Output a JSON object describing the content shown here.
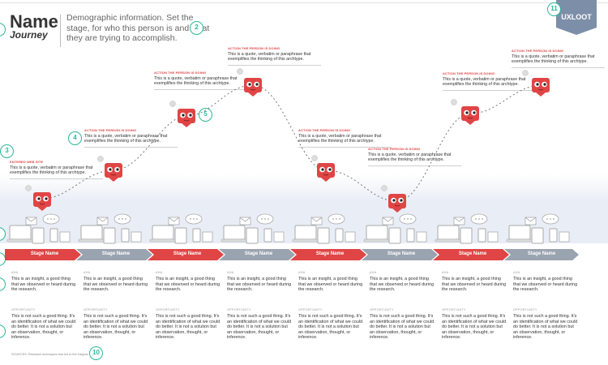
{
  "header": {
    "title": "Name",
    "subtitle": "Journey",
    "description": "Demographic information. Set the stage, for who this person is and what they are trying to accomplish."
  },
  "logo": {
    "text": "UXLOOT"
  },
  "badges": [
    "2",
    "3",
    "4",
    "5",
    "10",
    "11"
  ],
  "quotes": [
    {
      "label": "ENTERED WEB SITE",
      "text": "This is a quote, verbatim or paraphrase that exemplifies the thinking of this archtype."
    },
    {
      "label": "ACTION THE PERSON IS DOING",
      "text": "This is a quote, verbatim or paraphrase that exemplifies the thinking of this archtype."
    },
    {
      "label": "ACTION THE PERSON IS DOING",
      "text": "This is a quote, verbatim or paraphrase that exemplifies the thinking of this archtype."
    },
    {
      "label": "ACTION THE PERSON IS DOING",
      "text": "This is a quote, verbatim or paraphrase that exemplifies the thinking of this archtype."
    },
    {
      "label": "ACTION THE PERSON IS DOING",
      "text": "This is a quote, verbatim or paraphrase that exemplifies the thinking of this archtype."
    },
    {
      "label": "ACTION THE PERSON IS DOING",
      "text": "This is a quote, verbatim or paraphrase that exemplifies the thinking of this archtype."
    },
    {
      "label": "ACTION THE PERSON IS DOING",
      "text": "This is a quote, verbatim or paraphrase that exemplifies the thinking of this archtype."
    },
    {
      "label": "ACTION THE PERSON IS DOING",
      "text": "This is a quote, verbatim or paraphrase that exemplifies the thinking of this archtype."
    }
  ],
  "stages": [
    {
      "name": "Stage Name",
      "active": true
    },
    {
      "name": "Stage Name",
      "active": false
    },
    {
      "name": "Stage Name",
      "active": true
    },
    {
      "name": "Stage Name",
      "active": false
    },
    {
      "name": "Stage Name",
      "active": true
    },
    {
      "name": "Stage Name",
      "active": false
    },
    {
      "name": "Stage Name",
      "active": true
    },
    {
      "name": "Stage Name",
      "active": false
    }
  ],
  "columns": [
    {
      "aha_label": "AHA",
      "insight": "This is an insight, a good thing that we observed or heard during the research.",
      "opp_label": "OPPORTUNITY",
      "opportunity": "This is not such a good thing. It's an identification of what we could do better. It is not a solution but an observation, thought, or inference."
    },
    {
      "aha_label": "AHA",
      "insight": "This is an insight, a good thing that we observed or heard during the research.",
      "opp_label": "OPPORTUNITY",
      "opportunity": "This is not such a good thing. It's an identification of what we could do better. It is not a solution but an observation, thought, or inference."
    },
    {
      "aha_label": "AHA",
      "insight": "This is an insight, a good thing that we observed or heard during the research.",
      "opp_label": "OPPORTUNITY",
      "opportunity": "This is not such a good thing. It's an identification of what we could do better. It is not a solution but an observation, thought, or inference."
    },
    {
      "aha_label": "AHA",
      "insight": "This is an insight, a good thing that we observed or heard during the research.",
      "opp_label": "OPPORTUNITY",
      "opportunity": "This is not such a good thing. It's an identification of what we could do better. It is not a solution but an observation, thought, or inference."
    },
    {
      "aha_label": "AHA",
      "insight": "This is an insight, a good thing that we observed or heard during the research.",
      "opp_label": "OPPORTUNITY",
      "opportunity": "This is not such a good thing. It's an identification of what we could do better. It is not a solution but an observation, thought, or inference."
    },
    {
      "aha_label": "AHA",
      "insight": "This is an insight, a good thing that we observed or heard during the research.",
      "opp_label": "OPPORTUNITY",
      "opportunity": "This is not such a good thing. It's an identification of what we could do better. It is not a solution but an observation, thought, or inference."
    },
    {
      "aha_label": "AHA",
      "insight": "This is an insight, a good thing that we observed or heard during the research.",
      "opp_label": "OPPORTUNITY",
      "opportunity": "This is not such a good thing. It's an identification of what we could do better. It is not a solution but an observation, thought, or inference."
    },
    {
      "aha_label": "AHA",
      "insight": "This is an insight, a good thing that we observed or heard during the research.",
      "opp_label": "OPPORTUNITY",
      "opportunity": "This is not such a good thing. It's an identification of what we could do better. It is not a solution but an observation, thought, or inference."
    }
  ],
  "source": "SOURCES: Research techniques that led to the insights",
  "colors": {
    "accent_red": "#e04545",
    "teal": "#2bb89a",
    "stage_gray": "#9aa3b0",
    "logo": "#7d8fa8"
  }
}
